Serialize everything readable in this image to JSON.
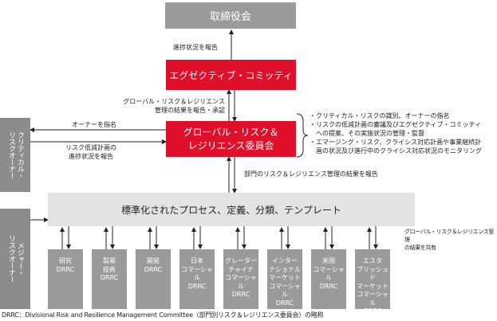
{
  "board": "取締役会",
  "exec_committee": "エグゼクティブ・コミッティ",
  "grrc": "グローバル・リスク＆\nレジリエンス委員会",
  "critical_owner": "クリティカル・\nリスクオーナー",
  "major_owner": "メジャー・\nリスクオーナー",
  "platform": "標準化されたプロセス、定義、分類、テンプレート",
  "labels": {
    "progress_report": "進捗状況を報告",
    "grm_report": "グローバル・リスク＆レジリエンス\n管理の結果を報告・承認",
    "owner_assign": "オーナーを指名",
    "mitigation_report": "リスク低減計画の\n進捗状況を報告",
    "dept_report": "部門のリスク＆レジリエンス管理の結果を報告",
    "share_results": "グローバル・リスク＆レジリエンス管理\nの結果を共有"
  },
  "bullets": [
    "・クリティカル・リスクの識別、オーナーの指名",
    "・リスクの低減計画の審議及びエグゼクティブ・コミッティ\n　への提案、その実施状況の管理・監督",
    "・エマージング・リスク、クライシス対応計画や事業継続計\n　画の状況及び進行中のクライシス対応状況のモニタリング"
  ],
  "departments": [
    "研究\nDRRC",
    "製薬\n技術\nDRRC",
    "開発\nDRRC",
    "日本\nコマーシャル\nDRRC",
    "グレーター\nチャイナ\nコマーシャル\nDRRC",
    "インター\nナショナル\nマーケット\nコマーシャル\nDRRC",
    "米国\nコマーシャル\nDRRC",
    "エスタ\nブリッシュド\nマーケット\nコマーシャル\nDRRC"
  ],
  "footnote": "DRRC：Divisional Risk and Resilience Management Committee（部門別リスク＆レジリエンス委員会）の略称",
  "colors": {
    "accent": "#e0102b",
    "gray": "#9a9a9a",
    "light": "#e3e3e3"
  }
}
